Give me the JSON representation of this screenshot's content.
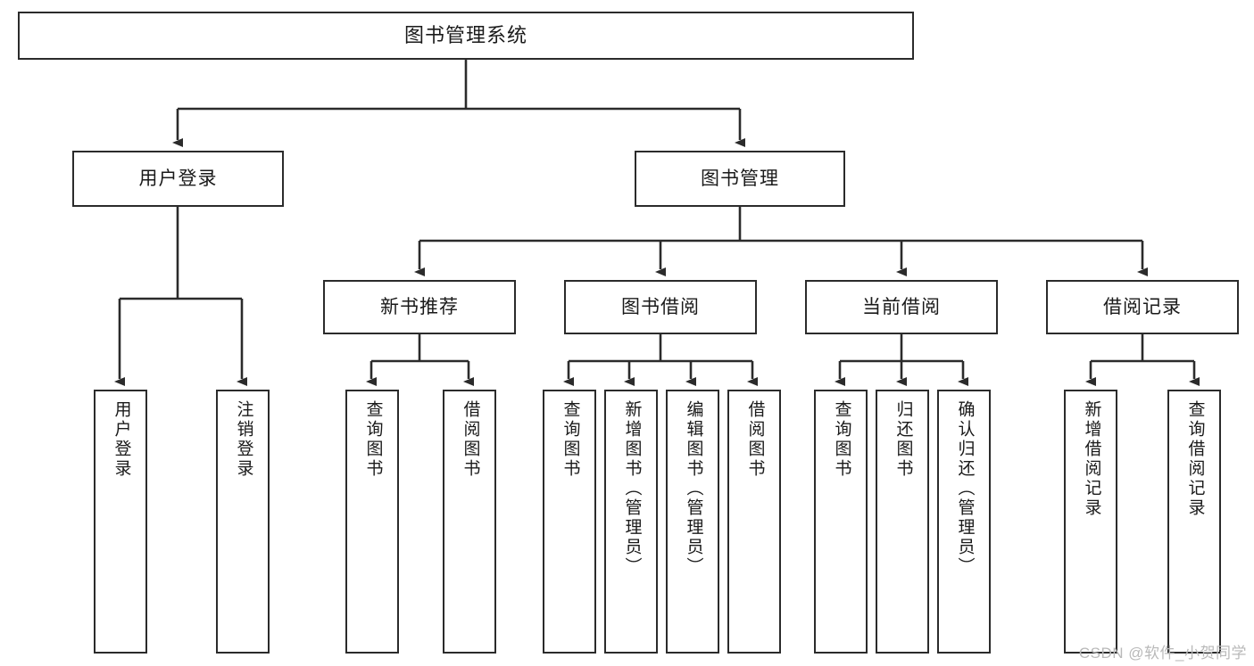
{
  "diagram": {
    "title": "图书管理系统",
    "watermark": "CSDN @软件_小贺同学",
    "colors": {
      "stroke": "#2b2b2b",
      "fill": "#ffffff",
      "text": "#1a1a1a",
      "watermark": "#b9b9b9"
    },
    "root": {
      "label": "图书管理系统"
    },
    "level2": [
      {
        "label": "用户登录"
      },
      {
        "label": "图书管理"
      }
    ],
    "level3": [
      {
        "label": "新书推荐"
      },
      {
        "label": "图书借阅"
      },
      {
        "label": "当前借阅"
      },
      {
        "label": "借阅记录"
      }
    ],
    "leaves": [
      {
        "label": "用户登录"
      },
      {
        "label": "注销登录"
      },
      {
        "label": "查询图书"
      },
      {
        "label": "借阅图书"
      },
      {
        "label": "查询图书"
      },
      {
        "label": "新增图书（管理员）"
      },
      {
        "label": "编辑图书（管理员）"
      },
      {
        "label": "借阅图书"
      },
      {
        "label": "查询图书"
      },
      {
        "label": "归还图书"
      },
      {
        "label": "确认归还（管理员）"
      },
      {
        "label": "新增借阅记录"
      },
      {
        "label": "查询借阅记录"
      }
    ]
  }
}
